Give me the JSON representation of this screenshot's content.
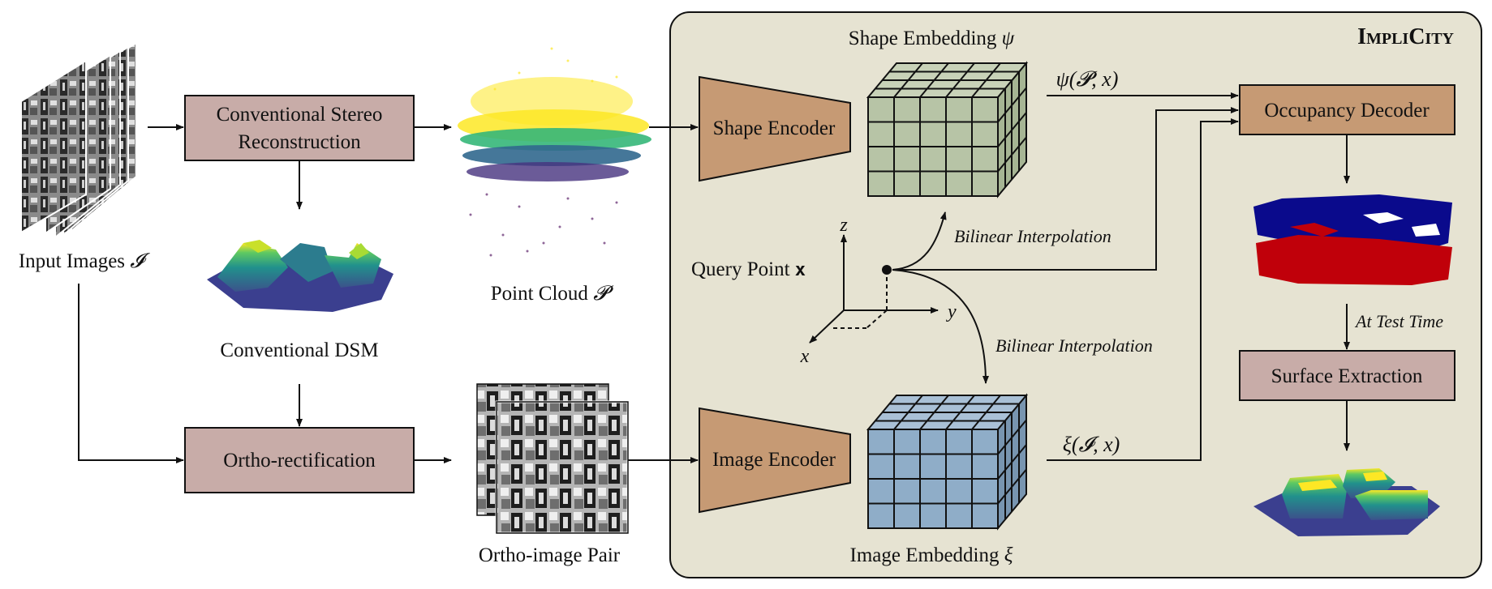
{
  "diagram": {
    "brand": {
      "big1": "I",
      "small1": "MPLI",
      "big2": "C",
      "small2": "ITY"
    },
    "input_images": "Input Images",
    "input_symbol": "𝓘",
    "stereo_box": [
      "Conventional Stereo",
      "Reconstruction"
    ],
    "dsm_label": "Conventional DSM",
    "ortho_box": "Ortho-rectification",
    "point_cloud_label": "Point Cloud",
    "point_cloud_symbol": "𝓟",
    "ortho_pair_label": "Ortho-image Pair",
    "shape_encoder": "Shape Encoder",
    "image_encoder": "Image Encoder",
    "shape_embedding": "Shape Embedding",
    "shape_symbol": "ψ",
    "image_embedding": "Image Embedding",
    "image_symbol": "ξ",
    "query_point": "Query Point",
    "query_symbol": "x",
    "bilinear_top": "Bilinear Interpolation",
    "bilinear_bottom": "Bilinear Interpolation",
    "psi_feature": "ψ(𝓟, x)",
    "xi_feature": "ξ(𝓘, x)",
    "axis_x": "x",
    "axis_y": "y",
    "axis_z": "z",
    "occupancy_decoder": "Occupancy Decoder",
    "at_test_time": "At Test Time",
    "surface_extraction": "Surface Extraction"
  },
  "colors": {
    "panel_bg": "#e6e3d2",
    "process_box": "#c8aca8",
    "encoder": "#c69a74",
    "shape_grid": "#b7c4a6",
    "image_grid": "#8fadc8",
    "occupancy_blue": "#0a0a8c",
    "occupancy_red": "#c0000a"
  }
}
